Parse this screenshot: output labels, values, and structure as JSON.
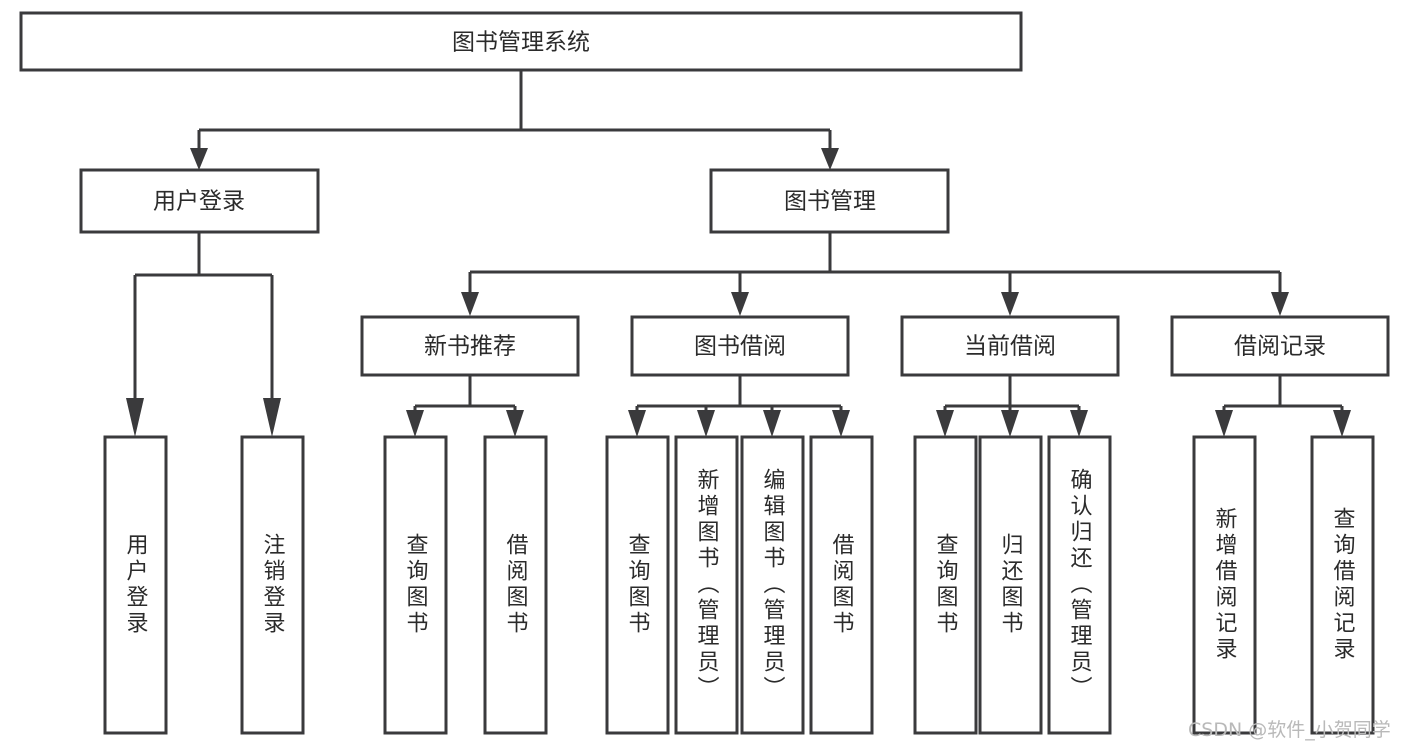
{
  "diagram": {
    "title": "图书管理系统",
    "type": "tree-hierarchy",
    "levels": [
      {
        "level": 1,
        "nodes": [
          {
            "id": "root",
            "label": "图书管理系统",
            "orientation": "horizontal"
          }
        ]
      },
      {
        "level": 2,
        "nodes": [
          {
            "id": "login",
            "label": "用户登录",
            "orientation": "horizontal",
            "parent": "root"
          },
          {
            "id": "bookmgmt",
            "label": "图书管理",
            "orientation": "horizontal",
            "parent": "root"
          }
        ]
      },
      {
        "level": 3,
        "nodes": [
          {
            "id": "newbook",
            "label": "新书推荐",
            "orientation": "horizontal",
            "parent": "bookmgmt"
          },
          {
            "id": "borrow",
            "label": "图书借阅",
            "orientation": "horizontal",
            "parent": "bookmgmt"
          },
          {
            "id": "current",
            "label": "当前借阅",
            "orientation": "horizontal",
            "parent": "bookmgmt"
          },
          {
            "id": "records",
            "label": "借阅记录",
            "orientation": "horizontal",
            "parent": "bookmgmt"
          }
        ]
      },
      {
        "level": 4,
        "nodes": [
          {
            "id": "leaf1",
            "label": "用户登录",
            "orientation": "vertical",
            "parent": "login"
          },
          {
            "id": "leaf2",
            "label": "注销登录",
            "orientation": "vertical",
            "parent": "login"
          },
          {
            "id": "leaf3",
            "label": "查询图书",
            "orientation": "vertical",
            "parent": "newbook"
          },
          {
            "id": "leaf4",
            "label": "借阅图书",
            "orientation": "vertical",
            "parent": "newbook"
          },
          {
            "id": "leaf5",
            "label": "查询图书",
            "orientation": "vertical",
            "parent": "borrow"
          },
          {
            "id": "leaf6",
            "label": "新增图书（管理员）",
            "orientation": "vertical",
            "parent": "borrow"
          },
          {
            "id": "leaf7",
            "label": "编辑图书（管理员）",
            "orientation": "vertical",
            "parent": "borrow"
          },
          {
            "id": "leaf8",
            "label": "借阅图书",
            "orientation": "vertical",
            "parent": "borrow"
          },
          {
            "id": "leaf9",
            "label": "查询图书",
            "orientation": "vertical",
            "parent": "current"
          },
          {
            "id": "leaf10",
            "label": "归还图书",
            "orientation": "vertical",
            "parent": "current"
          },
          {
            "id": "leaf11",
            "label": "确认归还（管理员）",
            "orientation": "vertical",
            "parent": "current"
          },
          {
            "id": "leaf12",
            "label": "新增借阅记录",
            "orientation": "vertical",
            "parent": "records"
          },
          {
            "id": "leaf13",
            "label": "查询借阅记录",
            "orientation": "vertical",
            "parent": "records"
          }
        ]
      }
    ],
    "colors": {
      "box_fill": "#ffffff",
      "box_stroke": "#3a3a3c",
      "text": "#2b2b2b",
      "background": "#ffffff",
      "watermark": "#b9b9b9"
    }
  },
  "watermark": {
    "text": "CSDN @软件_小贺同学"
  }
}
